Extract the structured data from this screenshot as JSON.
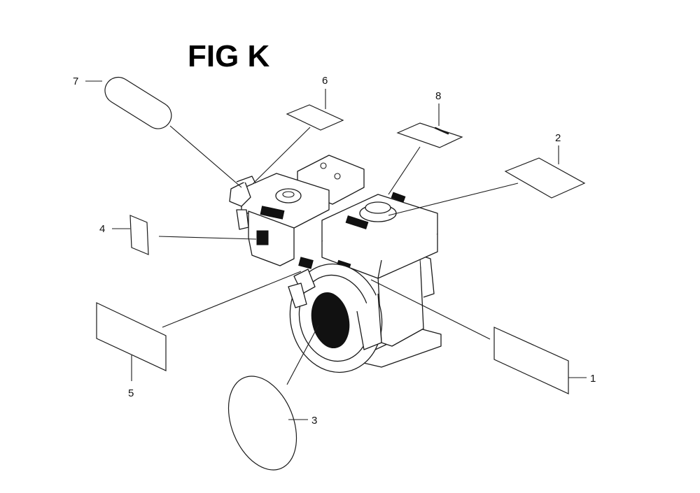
{
  "figure": {
    "title": "FIG K",
    "callouts": [
      {
        "id": "1",
        "text": "1"
      },
      {
        "id": "2",
        "text": "2"
      },
      {
        "id": "3",
        "text": "3"
      },
      {
        "id": "4",
        "text": "4"
      },
      {
        "id": "5",
        "text": "5"
      },
      {
        "id": "6",
        "text": "6"
      },
      {
        "id": "7",
        "text": "7"
      },
      {
        "id": "8",
        "text": "8"
      }
    ]
  },
  "colors": {
    "ink": "#1a1a1a",
    "background": "#ffffff"
  }
}
